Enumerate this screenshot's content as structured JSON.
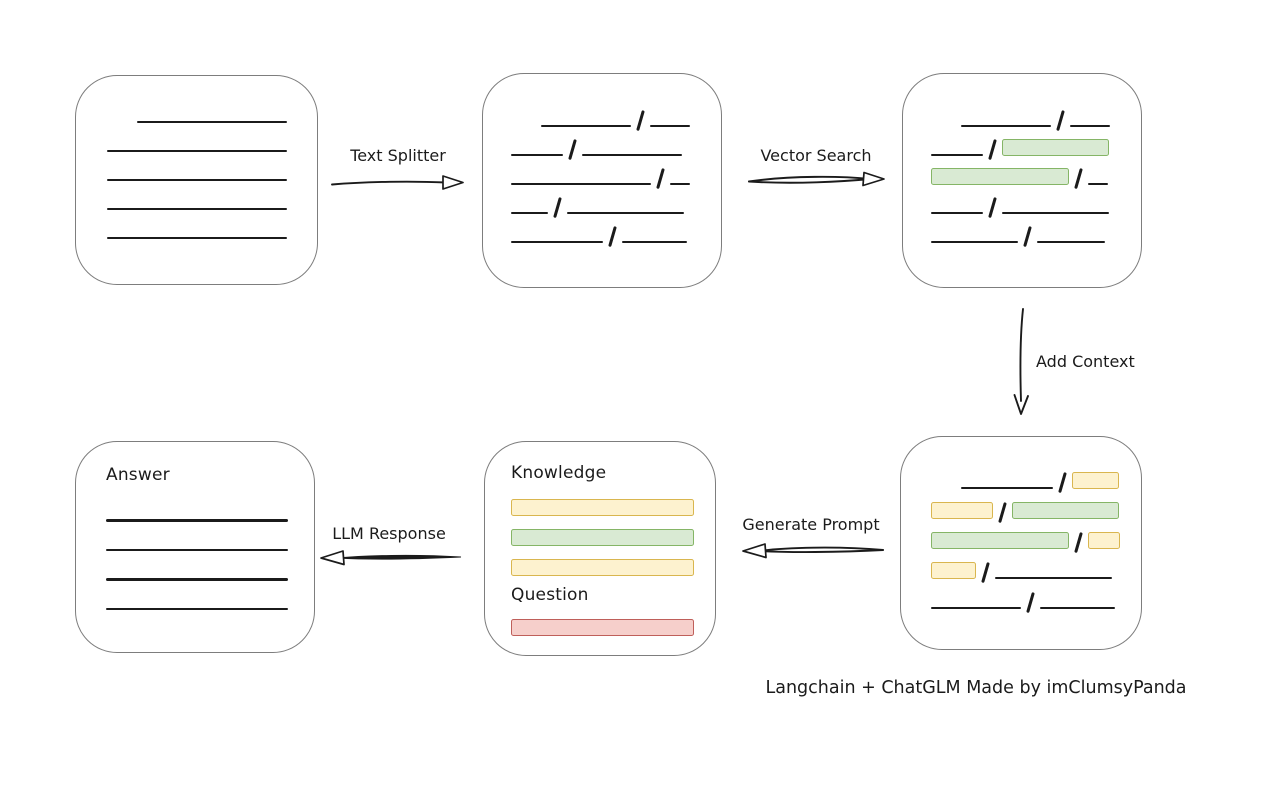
{
  "colors": {
    "ink": "#1b1b1b",
    "box_border": "#7d7d7d",
    "green_fill": "#d9ead3",
    "green_border": "#85b566",
    "yellow_fill": "#fdf2cf",
    "yellow_border": "#d9b64f",
    "red_fill": "#f6cfcb",
    "red_border": "#bf5f5a"
  },
  "arrows": {
    "text_splitter": {
      "label": "Text Splitter",
      "direction": "right"
    },
    "vector_search": {
      "label": "Vector Search",
      "direction": "right"
    },
    "add_context": {
      "label": "Add Context",
      "direction": "down"
    },
    "generate_prompt": {
      "label": "Generate Prompt",
      "direction": "left"
    },
    "llm_response": {
      "label": "LLM Response",
      "direction": "left"
    }
  },
  "boxes": {
    "document": {
      "rows": [
        [
          {
            "t": "spacer",
            "w": 30
          },
          {
            "t": "line",
            "w": 150
          }
        ],
        [
          {
            "t": "line",
            "w": 180
          }
        ],
        [
          {
            "t": "line",
            "w": 180
          }
        ],
        [
          {
            "t": "line",
            "w": 180
          }
        ],
        [
          {
            "t": "line",
            "w": 180
          }
        ]
      ]
    },
    "chunks": {
      "rows": [
        [
          {
            "t": "spacer",
            "w": 30
          },
          {
            "t": "line",
            "w": 90
          },
          {
            "t": "slash"
          },
          {
            "t": "line",
            "w": 40
          }
        ],
        [
          {
            "t": "line",
            "w": 52
          },
          {
            "t": "slash"
          },
          {
            "t": "line",
            "w": 100
          }
        ],
        [
          {
            "t": "line",
            "w": 140
          },
          {
            "t": "slash"
          },
          {
            "t": "line",
            "w": 20
          }
        ],
        [
          {
            "t": "line",
            "w": 37
          },
          {
            "t": "slash"
          },
          {
            "t": "line",
            "w": 117
          }
        ],
        [
          {
            "t": "line",
            "w": 92
          },
          {
            "t": "slash"
          },
          {
            "t": "line",
            "w": 65
          }
        ]
      ]
    },
    "search_results": {
      "rows": [
        [
          {
            "t": "spacer",
            "w": 30
          },
          {
            "t": "line",
            "w": 90
          },
          {
            "t": "slash"
          },
          {
            "t": "line",
            "w": 40
          }
        ],
        [
          {
            "t": "line",
            "w": 52
          },
          {
            "t": "slash"
          },
          {
            "t": "green",
            "w": 107
          }
        ],
        [
          {
            "t": "green",
            "w": 138
          },
          {
            "t": "slash"
          },
          {
            "t": "line",
            "w": 20
          }
        ],
        [
          {
            "t": "line",
            "w": 52
          },
          {
            "t": "slash"
          },
          {
            "t": "line",
            "w": 107
          }
        ],
        [
          {
            "t": "line",
            "w": 87
          },
          {
            "t": "slash"
          },
          {
            "t": "line",
            "w": 68
          }
        ]
      ]
    },
    "context": {
      "rows": [
        [
          {
            "t": "spacer",
            "w": 30
          },
          {
            "t": "line",
            "w": 92
          },
          {
            "t": "slash"
          },
          {
            "t": "yellow",
            "w": 47
          }
        ],
        [
          {
            "t": "yellow",
            "w": 62
          },
          {
            "t": "slash"
          },
          {
            "t": "green",
            "w": 107
          }
        ],
        [
          {
            "t": "green",
            "w": 138
          },
          {
            "t": "slash"
          },
          {
            "t": "yellow",
            "w": 32
          }
        ],
        [
          {
            "t": "yellow",
            "w": 45
          },
          {
            "t": "slash"
          },
          {
            "t": "line",
            "w": 117
          }
        ],
        [
          {
            "t": "line",
            "w": 90
          },
          {
            "t": "slash"
          },
          {
            "t": "line",
            "w": 75
          }
        ]
      ]
    },
    "prompt": {
      "knowledge_label": "Knowledge",
      "question_label": "Question",
      "knowledge_bars": [
        [
          {
            "t": "yellow",
            "w": 183
          }
        ],
        [
          {
            "t": "green",
            "w": 183
          }
        ],
        [
          {
            "t": "yellow",
            "w": 183
          }
        ]
      ],
      "question_bars": [
        [
          {
            "t": "red",
            "w": 183
          }
        ]
      ]
    },
    "answer": {
      "label": "Answer",
      "rows": [
        [
          {
            "t": "line",
            "w": 182
          }
        ],
        [
          {
            "t": "line",
            "w": 182
          }
        ],
        [
          {
            "t": "line",
            "w": 182
          }
        ],
        [
          {
            "t": "line",
            "w": 182
          }
        ]
      ]
    }
  },
  "caption": "Langchain + ChatGLM Made by imClumsyPanda"
}
